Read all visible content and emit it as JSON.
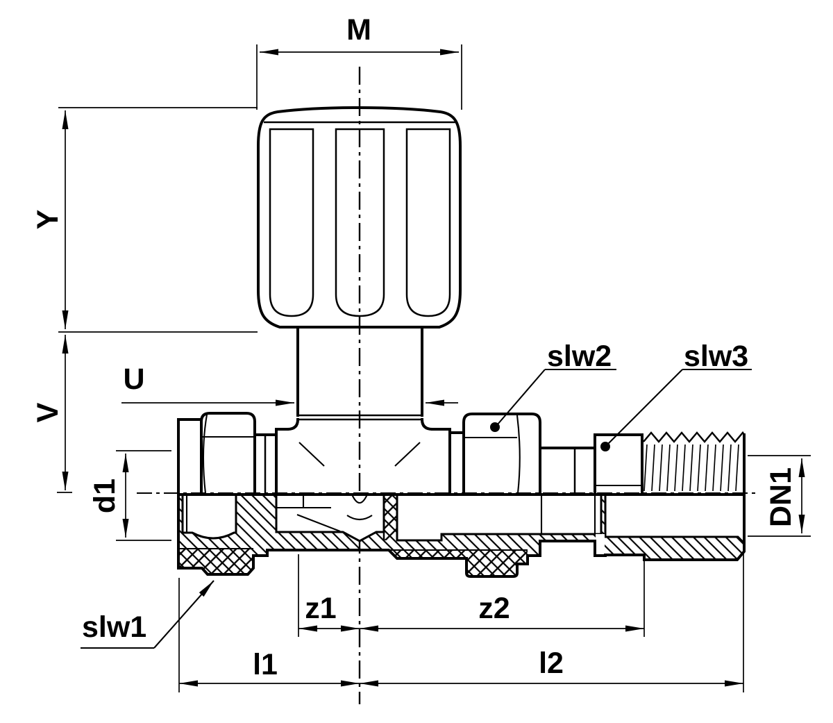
{
  "drawing": {
    "title": "Regulating valve cross-section technical drawing",
    "colors": {
      "line": "#000000",
      "background": "#ffffff"
    },
    "labels": {
      "m": "M",
      "y": "Y",
      "v": "V",
      "u": "U",
      "slw1": "slw1",
      "slw2": "slw2",
      "slw3": "slw3",
      "d1": "d1",
      "dn1": "DN1",
      "z1": "z1",
      "z2": "z2",
      "l1": "l1",
      "l2": "l2"
    }
  }
}
